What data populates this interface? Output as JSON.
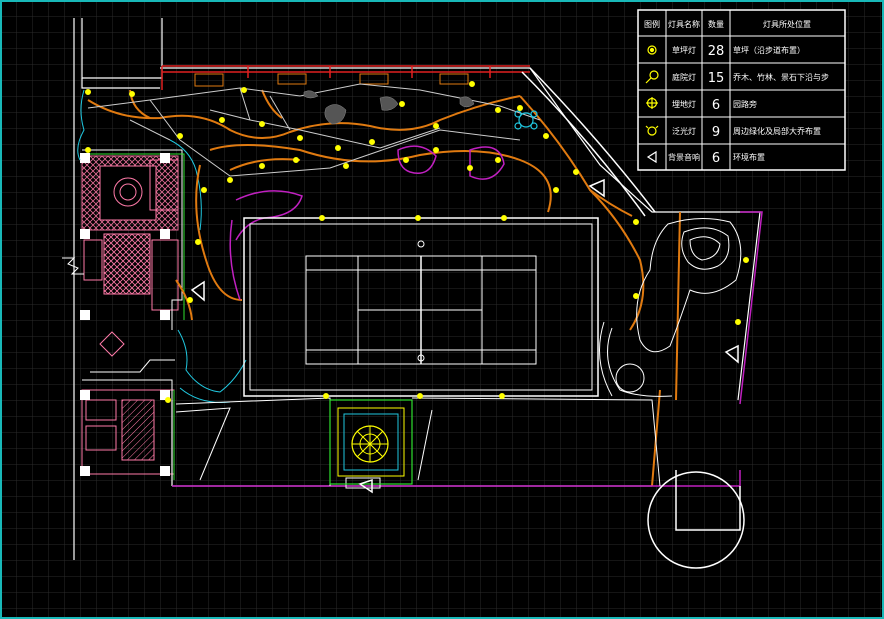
{
  "legend": {
    "headers": {
      "symbol": "图例",
      "name": "灯具名称",
      "qty": "数量",
      "position": "灯具所处位置"
    },
    "rows": [
      {
        "icon": "lawn-lamp-icon",
        "name": "草坪灯",
        "qty": "28",
        "position": "草坪（沿步道布置）"
      },
      {
        "icon": "courtyard-lamp-icon",
        "name": "庭院灯",
        "qty": "15",
        "position": "乔木、竹林、景石下沿与步"
      },
      {
        "icon": "buried-lamp-icon",
        "name": "埋地灯",
        "qty": "6",
        "position": "园路旁"
      },
      {
        "icon": "flood-lamp-icon",
        "name": "泛光灯",
        "qty": "9",
        "position": "周边绿化及局部大乔布置"
      },
      {
        "icon": "speaker-icon",
        "name": "背景音响",
        "qty": "6",
        "position": "环境布置"
      }
    ]
  },
  "colors": {
    "background": "#000000",
    "frame": "#18b8b8",
    "grid": "#2a2a2a",
    "plan_white": "#ffffff",
    "path_orange": "#e07a10",
    "bed_magenta": "#c020c0",
    "lamp_yellow": "#ffff00",
    "wall_red": "#e02020",
    "building_pink": "#ff7aa8",
    "water_cyan": "#20c8e0",
    "edge_green": "#30e030"
  }
}
